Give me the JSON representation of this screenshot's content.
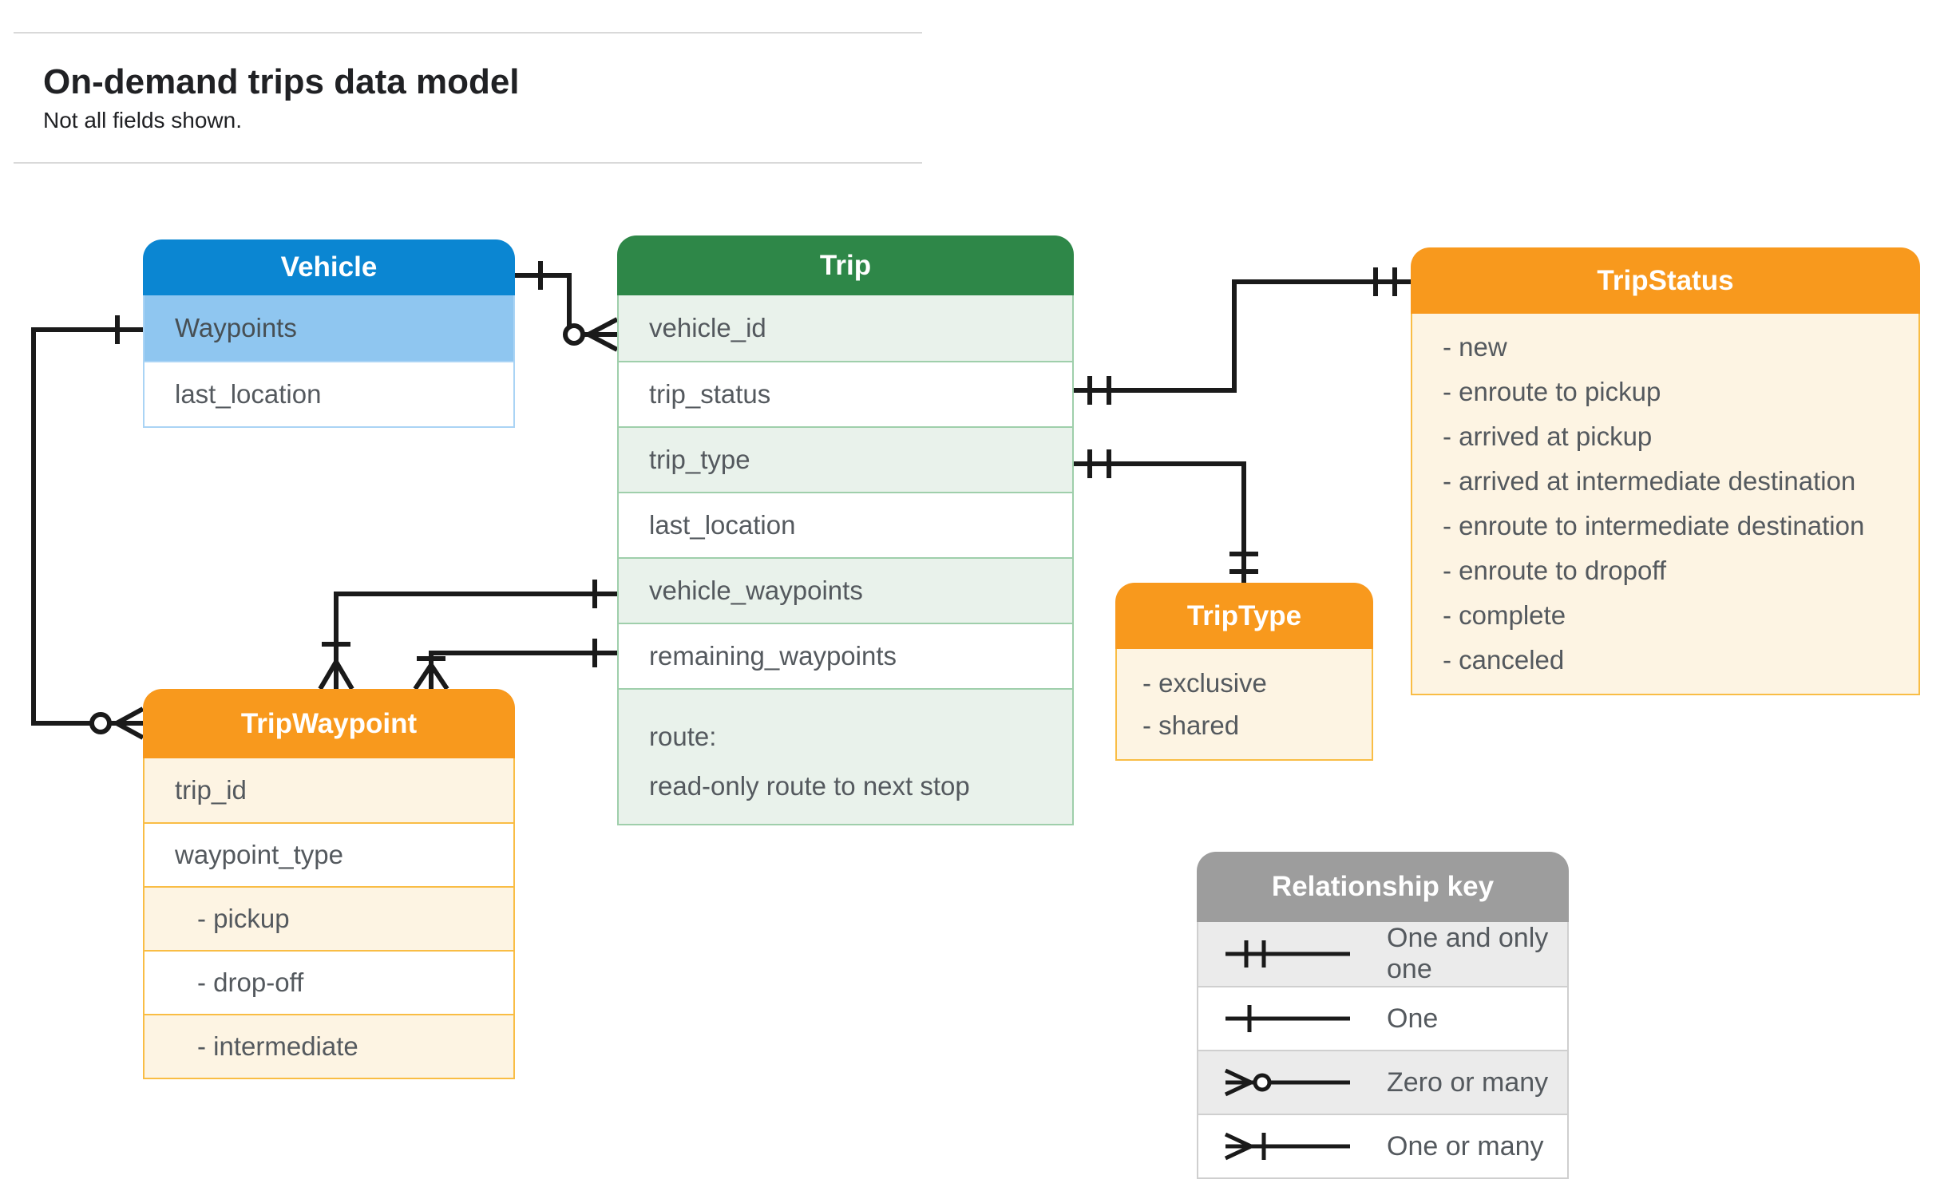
{
  "page": {
    "title": "On-demand trips data model",
    "subtitle": "Not all fields shown."
  },
  "entities": {
    "vehicle": {
      "title": "Vehicle",
      "rows": [
        "Waypoints",
        "last_location"
      ]
    },
    "trip": {
      "title": "Trip",
      "rows": [
        "vehicle_id",
        "trip_status",
        "trip_type",
        "last_location",
        "vehicle_waypoints",
        "remaining_waypoints"
      ],
      "route": [
        "route:",
        "read-only route to next stop"
      ]
    },
    "trip_status": {
      "title": "TripStatus",
      "items": [
        "- new",
        "- enroute to pickup",
        "- arrived at pickup",
        "- arrived at intermediate destination",
        "- enroute to intermediate destination",
        "- enroute to dropoff",
        "- complete",
        "- canceled"
      ]
    },
    "trip_type": {
      "title": "TripType",
      "items": [
        "- exclusive",
        "- shared"
      ]
    },
    "trip_waypoint": {
      "title": "TripWaypoint",
      "rows": [
        "trip_id",
        "waypoint_type",
        "- pickup",
        "- drop-off",
        "- intermediate"
      ]
    }
  },
  "legend": {
    "title": "Relationship key",
    "items": [
      {
        "symbol": "one-and-only-one",
        "label": "One and only one"
      },
      {
        "symbol": "one",
        "label": "One"
      },
      {
        "symbol": "zero-or-many",
        "label": "Zero or many"
      },
      {
        "symbol": "one-or-many",
        "label": "One or many"
      }
    ]
  },
  "colors": {
    "blue_header": "#0b86d2",
    "blue_row": "#8fc6f0",
    "green_header": "#2e8748",
    "green_row": "#e9f2eb",
    "orange_header": "#f8991d",
    "orange_row": "#fdf4e3",
    "gray_header": "#9d9d9d",
    "gray_row": "#ebebeb",
    "row_text": "#54595e",
    "connector": "#1a1a1a"
  }
}
